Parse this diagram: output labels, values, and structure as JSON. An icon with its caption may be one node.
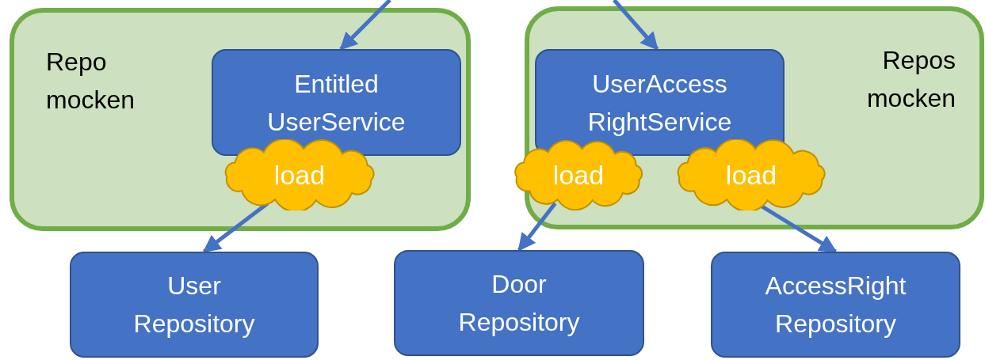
{
  "diagram": {
    "nodes": [
      {
        "text": [
          "Repo mocken"
        ]
      },
      {
        "text": [
          "Entitled UserService"
        ],
        "in": 0
      },
      {
        "text": [
          "load"
        ],
        "in": 0
      },
      {
        "text": [
          "Repos mocken"
        ]
      },
      {
        "text": [
          "UserAccess RightService"
        ],
        "in": 3
      },
      {
        "text": [
          "load"
        ]
      },
      {
        "text": [
          "load"
        ],
        "in": 3
      },
      {
        "text": [
          "User Repository"
        ]
      },
      {
        "text": [
          "Door Repository"
        ]
      },
      {
        "text": [
          "AccessRight Repository"
        ]
      }
    ],
    "edges": [
      {
        "from": null,
        "to": 1,
        "arrow": "to"
      },
      {
        "from": null,
        "to": 4,
        "arrow": "to"
      },
      {
        "from": 2,
        "to": 7,
        "arrow": "to"
      },
      {
        "from": 5,
        "to": 8,
        "arrow": "to"
      },
      {
        "from": 6,
        "to": 9,
        "arrow": "to"
      }
    ]
  }
}
